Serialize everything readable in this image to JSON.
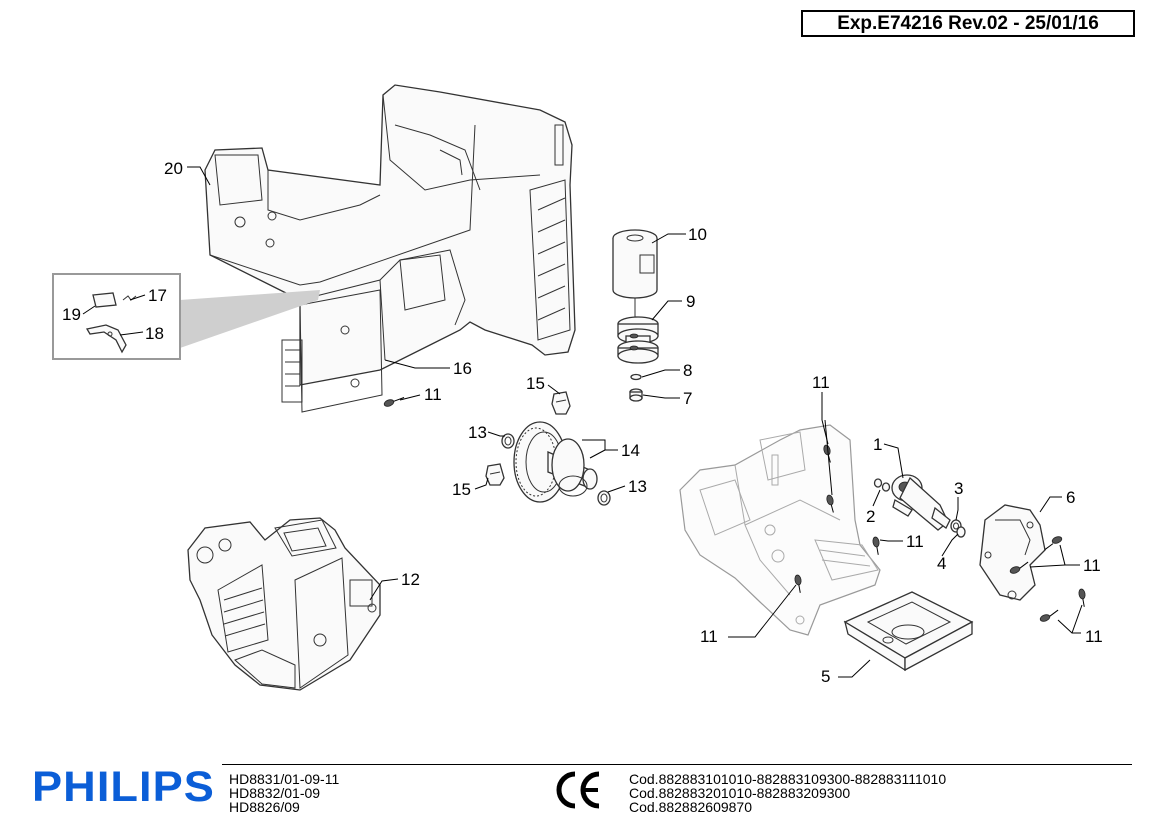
{
  "header": {
    "revision": "Exp.E74216 Rev.02 - 25/01/16"
  },
  "callouts": {
    "c1": "1",
    "c2": "2",
    "c3": "3",
    "c4": "4",
    "c5": "5",
    "c6": "6",
    "c7": "7",
    "c8": "8",
    "c9": "9",
    "c10": "10",
    "c11a": "11",
    "c11b": "11",
    "c11c": "11",
    "c11d": "11",
    "c11e": "11",
    "c11f": "11",
    "c12": "12",
    "c13a": "13",
    "c13b": "13",
    "c14": "14",
    "c15a": "15",
    "c15b": "15",
    "c16": "16",
    "c17": "17",
    "c18": "18",
    "c19": "19",
    "c20": "20"
  },
  "footer": {
    "brand": "PHILIPS",
    "brand_color": "#0b5ed7",
    "models": [
      "HD8831/01-09-11",
      "HD8832/01-09",
      "HD8826/09"
    ],
    "codes": [
      "Cod.882883101010-882883109300-882883111010",
      "Cod.882883201010-882883209300",
      "Cod.882882609870"
    ]
  }
}
